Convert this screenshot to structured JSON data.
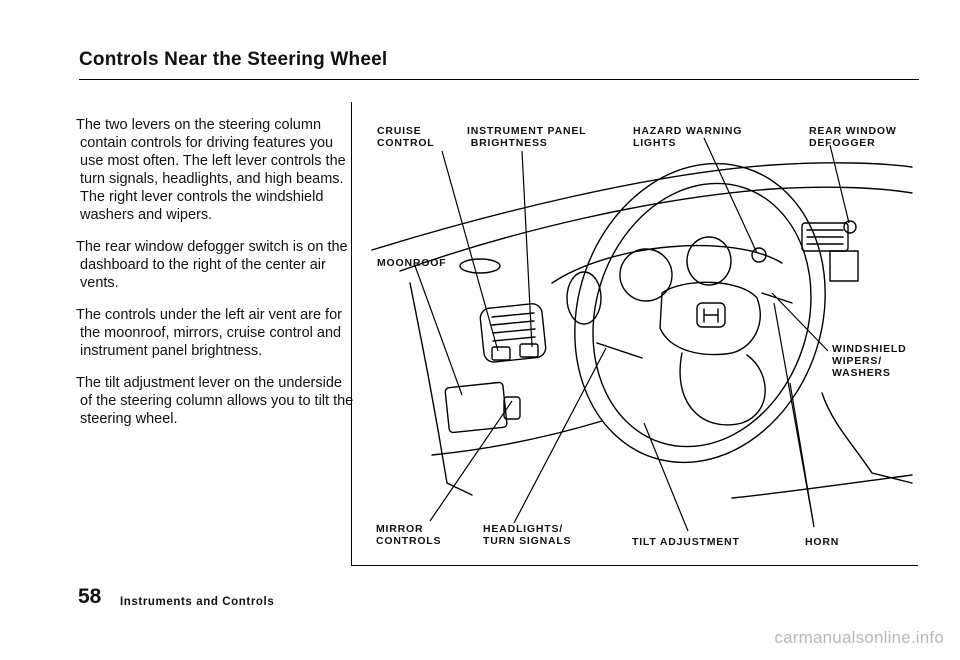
{
  "header": {
    "title": "Controls Near the Steering Wheel"
  },
  "body_paragraphs": [
    "The two levers on the steering column contain controls for driving features you use most often. The left lever controls the turn signals, headlights, and high beams. The right lever controls the windshield washers and wipers.",
    "The rear window defogger switch is on the dashboard to the right of the center air vents.",
    "The controls under the left air vent are for the moonroof, mirrors, cruise control and instrument panel brightness.",
    "The tilt adjustment lever on the underside of the steering column allows you to tilt the steering wheel."
  ],
  "figure": {
    "labels": {
      "cruise_control": "CRUISE\nCONTROL",
      "instrument_panel_brightness": "INSTRUMENT PANEL\n BRIGHTNESS",
      "hazard_warning_lights": "HAZARD WARNING\nLIGHTS",
      "rear_window_defogger": "REAR WINDOW\nDEFOGGER",
      "moonroof": "MOONROOF",
      "windshield_wipers_washers": "WINDSHIELD\nWIPERS/\nWASHERS",
      "mirror_controls": "MIRROR\nCONTROLS",
      "headlights_turn_signals": "HEADLIGHTS/\nTURN SIGNALS",
      "tilt_adjustment": "TILT ADJUSTMENT",
      "horn": "HORN"
    }
  },
  "footer": {
    "page_number": "58",
    "section": "Instruments and Controls",
    "watermark": "carmanualsonline.info"
  }
}
